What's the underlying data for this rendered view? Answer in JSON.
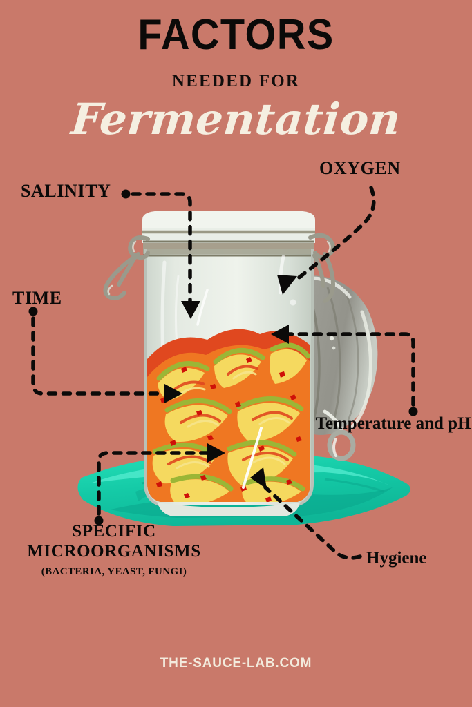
{
  "background_color": "#c9796a",
  "title": {
    "line1": "FACTORS",
    "line2": "NEEDED FOR",
    "line3": "Fermentation",
    "line3_color": "#f5efe1",
    "line1_color": "#0b0a09"
  },
  "callouts": {
    "salinity": "SALINITY",
    "oxygen": "OXYGEN",
    "time": "TIME",
    "temperature": "Temperature and pH",
    "hygiene": "Hygiene",
    "microorganisms_line1": "SPECIFIC",
    "microorganisms_line2": "MICROORGANISMS",
    "microorganisms_line3": "(BACTERIA, YEAST, FUNGI)"
  },
  "illustration": {
    "subject": "glass fermentation jar filled with kimchi on a teal cloth",
    "jar_glass_color": "#dfe5dc",
    "jar_rim_color": "#8d8b74",
    "lid_color": "#9b9b93",
    "cloth_color": "#1fd3b0",
    "kimchi_colors": [
      "#f4d35e",
      "#f08a2a",
      "#e0481f",
      "#9bb636",
      "#d01a12"
    ]
  },
  "footer": {
    "url": "THE-SAUCE-LAB.COM",
    "color": "#f3ebdd"
  }
}
